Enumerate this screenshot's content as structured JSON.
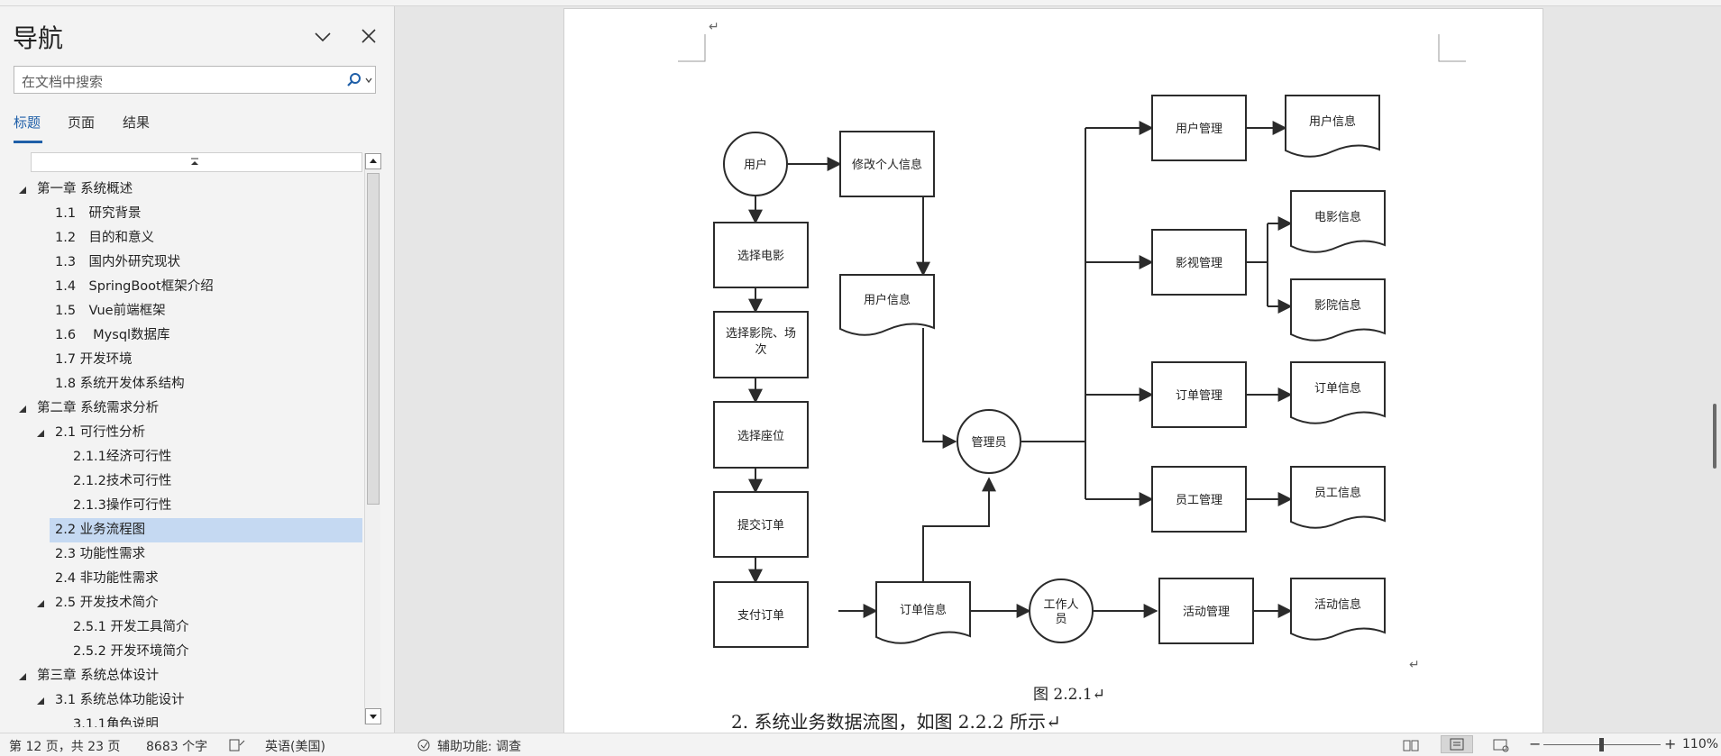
{
  "nav": {
    "title": "导航",
    "search_placeholder": "在文档中搜索",
    "tabs": [
      "标题",
      "页面",
      "结果"
    ],
    "items": [
      {
        "label": "第一章 系统概述",
        "level": 1,
        "expanded": true
      },
      {
        "label": "1.1　研究背景",
        "level": 2
      },
      {
        "label": "1.2　目的和意义",
        "level": 2
      },
      {
        "label": "1.3　国内外研究现状",
        "level": 2
      },
      {
        "label": "1.4　SpringBoot框架介绍",
        "level": 2
      },
      {
        "label": "1.5　Vue前端框架",
        "level": 2
      },
      {
        "label": "1.6　 Mysql数据库",
        "level": 2
      },
      {
        "label": "1.7 开发环境",
        "level": 2
      },
      {
        "label": "1.8 系统开发体系结构",
        "level": 2
      },
      {
        "label": "第二章 系统需求分析",
        "level": 1,
        "expanded": true
      },
      {
        "label": "2.1 可行性分析",
        "level": 2,
        "expanded": true
      },
      {
        "label": "2.1.1经济可行性",
        "level": 3
      },
      {
        "label": "2.1.2技术可行性",
        "level": 3
      },
      {
        "label": "2.1.3操作可行性",
        "level": 3
      },
      {
        "label": "2.2 业务流程图",
        "level": 2,
        "selected": true
      },
      {
        "label": "2.3 功能性需求",
        "level": 2
      },
      {
        "label": "2.4 非功能性需求",
        "level": 2
      },
      {
        "label": "2.5 开发技术简介",
        "level": 2,
        "expanded": true
      },
      {
        "label": "2.5.1 开发工具简介",
        "level": 3
      },
      {
        "label": "2.5.2 开发环境简介",
        "level": 3
      },
      {
        "label": "第三章 系统总体设计",
        "level": 1,
        "expanded": true
      },
      {
        "label": "3.1 系统总体功能设计",
        "level": 2,
        "expanded": true
      },
      {
        "label": "3.1.1角色说明",
        "level": 3
      }
    ]
  },
  "flowchart": {
    "nodes": {
      "user": "用户",
      "modify_info": "修改个人信息",
      "select_movie": "选择电影",
      "select_cinema": "选择影院、场次",
      "select_seat": "选择座位",
      "submit_order": "提交订单",
      "pay_order": "支付订单",
      "user_info_doc": "用户信息",
      "order_info_doc": "订单信息",
      "admin": "管理员",
      "staff": "工作人员",
      "user_mgmt": "用户管理",
      "film_mgmt": "影视管理",
      "order_mgmt": "订单管理",
      "employee_mgmt": "员工管理",
      "activity_mgmt": "活动管理",
      "user_info_out": "用户信息",
      "movie_info": "电影信息",
      "cinema_info": "影院信息",
      "order_info_out": "订单信息",
      "employee_info": "员工信息",
      "activity_info": "活动信息"
    }
  },
  "document": {
    "caption": "图 2.2.1↵",
    "body": "2. 系统业务数据流图，如图 2.2.2 所示↵",
    "return_mark": "↵"
  },
  "status": {
    "page": "第 12 页，共 23 页",
    "words": "8683 个字",
    "language": "英语(美国)",
    "accessibility": "辅助功能: 调查",
    "zoom": "110%"
  }
}
